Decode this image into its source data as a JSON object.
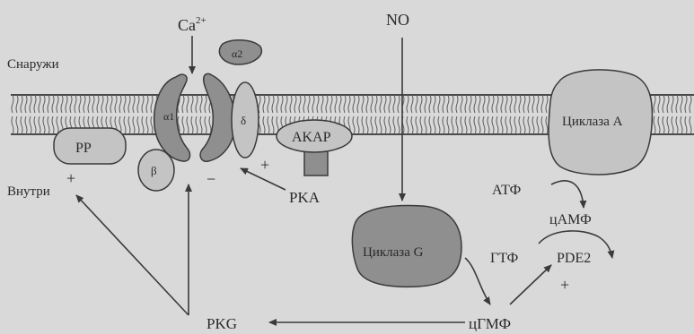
{
  "labels": {
    "outside": "Снаружи",
    "inside": "Внутри",
    "calcium": "Ca",
    "calcium_superscript": "2+",
    "nitric_oxide": "NO",
    "alpha2_delta_top": "α2",
    "alpha1": "α1",
    "beta": "β",
    "delta": "δ",
    "pp": "PP",
    "akap": "AKAP",
    "pka": "PKA",
    "pkg": "PKG",
    "cyclase_a": "Циклаза А",
    "cyclase_g": "Циклаза G",
    "atp": "АТФ",
    "camp": "цАМФ",
    "gtp": "ГТФ",
    "pde2": "PDE2",
    "cgmp": "цГМФ",
    "plus_pp": "+",
    "plus_akap": "+",
    "minus_channel": "−",
    "plus_pde2": "+"
  },
  "colors": {
    "background": "#d9d9d9",
    "dark_protein": "#8f8f8f",
    "light_protein": "#c4c4c4",
    "stroke": "#3a3a3a",
    "membrane_lipid": "#5a5a5a"
  }
}
